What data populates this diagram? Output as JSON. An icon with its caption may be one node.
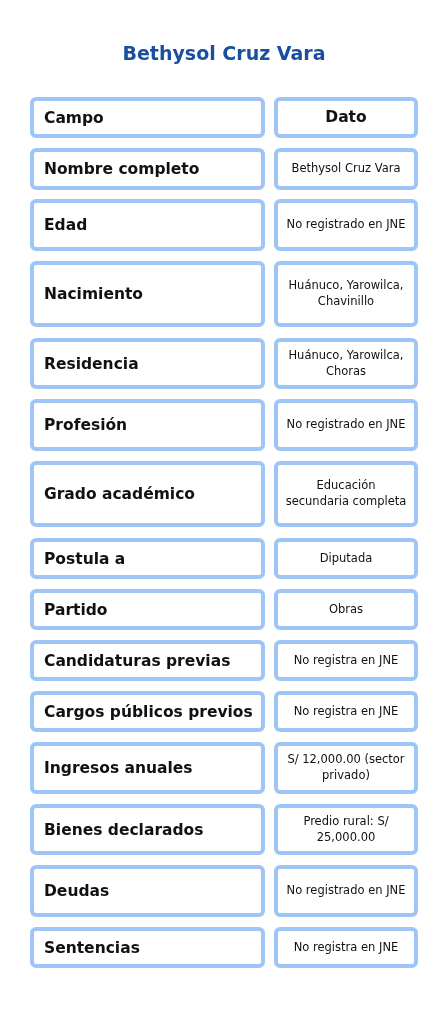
{
  "diagram": {
    "title": "Bethysol Cruz Vara",
    "nodes": [
      {
        "text": [
          "Campo"
        ]
      },
      {
        "text": [
          "Dato"
        ]
      },
      {
        "text": [
          "Nombre completo"
        ]
      },
      {
        "text": [
          "Bethysol Cruz Vara"
        ]
      },
      {
        "text": [
          "Edad"
        ]
      },
      {
        "text": [
          "No registrado en JNE"
        ]
      },
      {
        "text": [
          "Nacimiento"
        ]
      },
      {
        "text": [
          "Huánuco, Yarowilca, Chavinillo"
        ]
      },
      {
        "text": [
          "Residencia"
        ]
      },
      {
        "text": [
          "Huánuco, Yarowilca, Choras"
        ]
      },
      {
        "text": [
          "Profesión"
        ]
      },
      {
        "text": [
          "No registrado en JNE"
        ]
      },
      {
        "text": [
          "Grado académico"
        ]
      },
      {
        "text": [
          "Educación secundaria completa"
        ]
      },
      {
        "text": [
          "Postula a"
        ]
      },
      {
        "text": [
          "Diputada"
        ]
      },
      {
        "text": [
          "Partido"
        ]
      },
      {
        "text": [
          "Obras"
        ]
      },
      {
        "text": [
          "Candidaturas previas"
        ]
      },
      {
        "text": [
          "No registra en JNE"
        ]
      },
      {
        "text": [
          "Cargos públicos previos"
        ]
      },
      {
        "text": [
          "No registra en JNE"
        ]
      },
      {
        "text": [
          "Ingresos anuales"
        ]
      },
      {
        "text": [
          "S/ 12,000.00 (sector privado)"
        ]
      },
      {
        "text": [
          "Bienes declarados"
        ]
      },
      {
        "text": [
          "Predio rural: S/ 25,000.00"
        ]
      },
      {
        "text": [
          "Deudas"
        ]
      },
      {
        "text": [
          "No registrado en JNE"
        ]
      },
      {
        "text": [
          "Sentencias"
        ]
      },
      {
        "text": [
          "No registra en JNE"
        ]
      }
    ]
  }
}
